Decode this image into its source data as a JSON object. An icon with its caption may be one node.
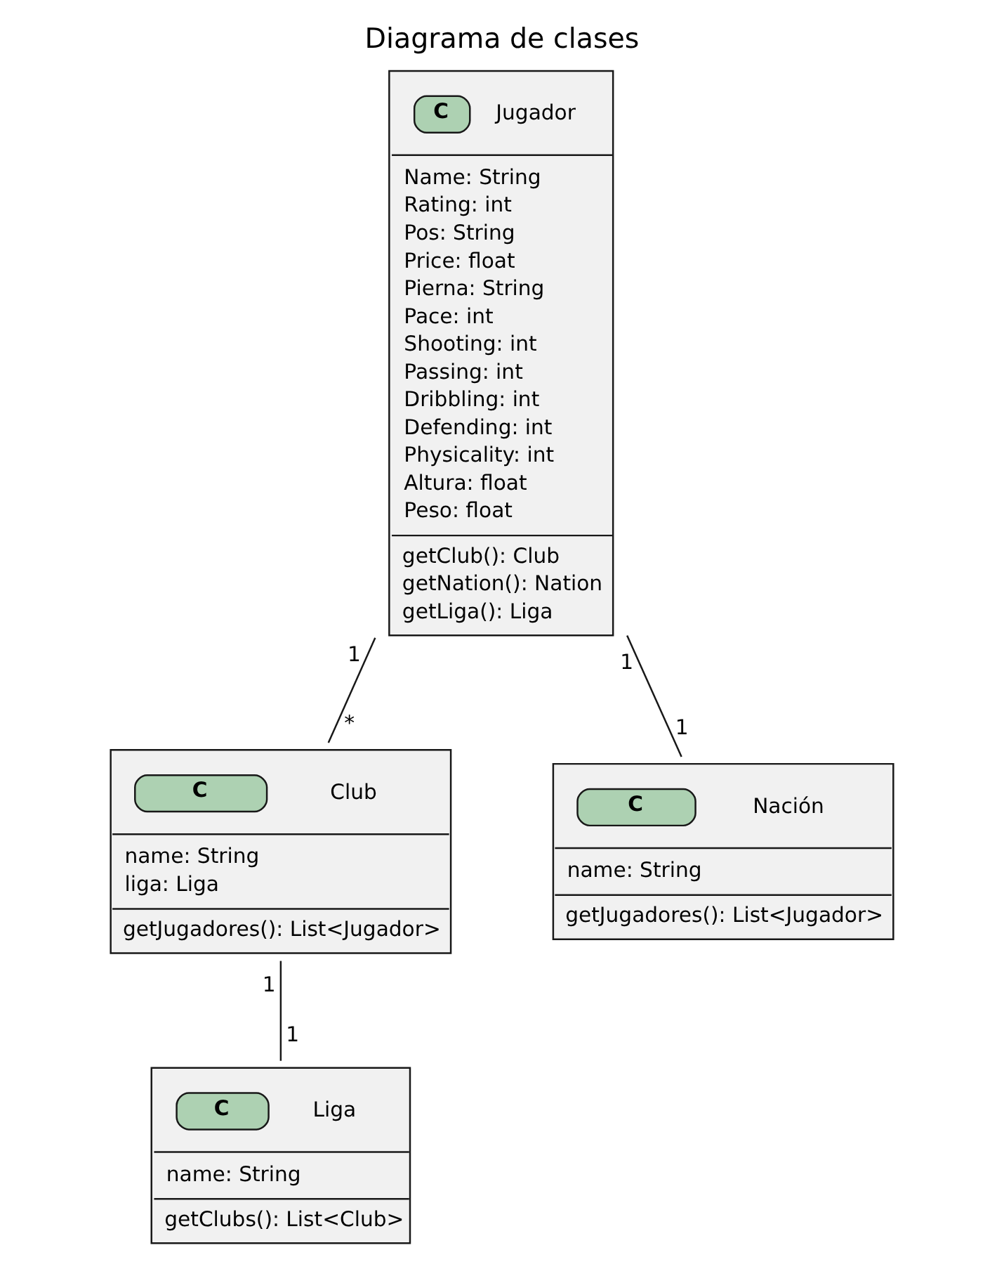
{
  "diagram": {
    "title": "Diagrama de clases",
    "nodes": [
      {
        "text": [
          "C",
          "Jugador",
          "Name: String",
          "Rating: int",
          "Pos: String",
          "Price: float",
          "Pierna: String",
          "Pace: int",
          "Shooting: int",
          "Passing: int",
          "Dribbling: int",
          "Defending: int",
          "Physicality: int",
          "Altura: float",
          "Peso: float",
          "getClub(): Club",
          "getNation(): Nation",
          "getLiga(): Liga"
        ],
        "beside": [
          "1",
          "1"
        ]
      },
      {
        "text": [
          "C",
          "Club",
          "name: String",
          "liga: Liga",
          "getJugadores(): List<Jugador>"
        ],
        "beside": [
          "*",
          "1"
        ]
      },
      {
        "text": [
          "C",
          "Nación",
          "name: String",
          "getJugadores(): List<Jugador>"
        ],
        "beside": [
          "1"
        ]
      },
      {
        "text": [
          "C",
          "Liga",
          "name: String",
          "getClubs(): List<Club>"
        ],
        "beside": [
          "1"
        ]
      }
    ],
    "edges": [
      {
        "from": 0,
        "to": 1,
        "arrow": "none"
      },
      {
        "from": 0,
        "to": 2,
        "arrow": "none"
      },
      {
        "from": 1,
        "to": 3,
        "arrow": "none"
      }
    ]
  }
}
